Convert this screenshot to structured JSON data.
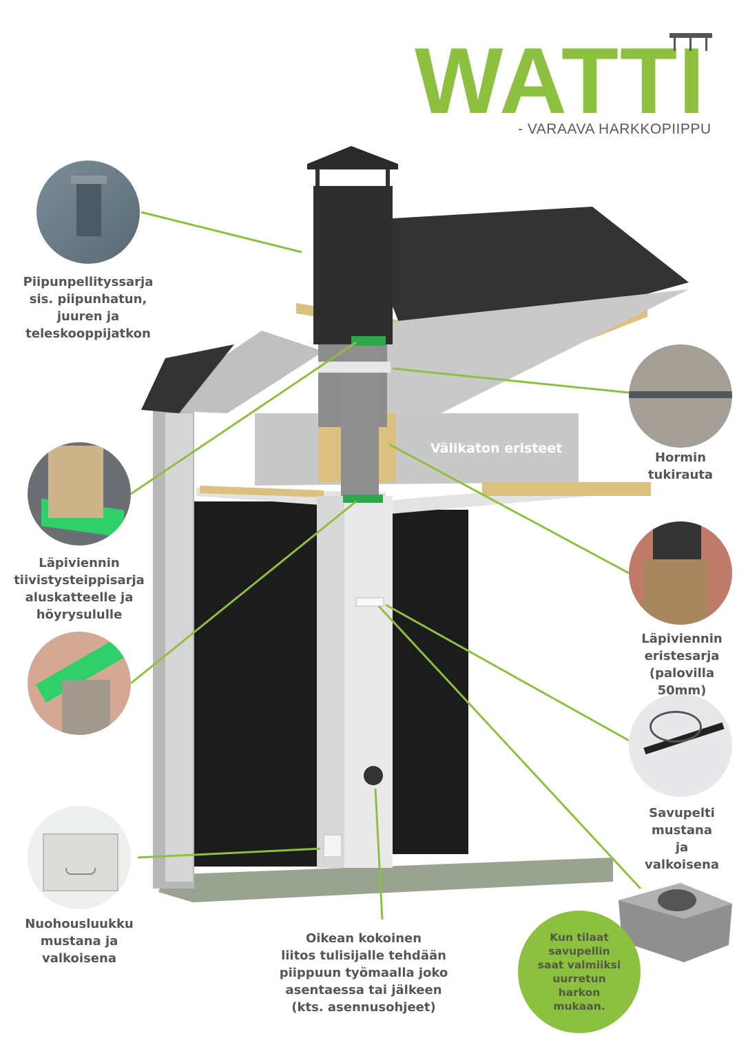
{
  "brand": {
    "logo_text": "WATTI",
    "tagline": "- VARAAVA HARKKOPIIPPU",
    "green": "#8dc03f",
    "text_grey": "#555555"
  },
  "diagram": {
    "inner_label": "Välikaton eristeet"
  },
  "callouts": [
    {
      "id": "piipunpellityssarja",
      "icon": "roof-chimney-photo",
      "label": "Piipunpellityssarja\nsis. piipunhatun,\njuuren ja\nteleskooppijatkon"
    },
    {
      "id": "tiivistysteippisarja",
      "icon": "sealing-tape-photo",
      "label": "Läpiviennin\ntiivistysteippisarja\naluskatteelle ja\nhöyrysululle"
    },
    {
      "id": "vaporbarrier",
      "icon": "vapour-barrier-photo",
      "label": ""
    },
    {
      "id": "nuohousluukku",
      "icon": "cleaning-hatch-photo",
      "label": "Nuohousluukku\nmustana ja\nvalkoisena"
    },
    {
      "id": "hormin-tukirauta",
      "icon": "support-iron-photo",
      "label": "Hormin\ntukirauta"
    },
    {
      "id": "eristesarja",
      "icon": "insulation-kit-photo",
      "label": "Läpiviennin\neristesarja\n(palovilla 50mm)"
    },
    {
      "id": "savupelti",
      "icon": "damper-photo",
      "label": "Savupelti\nmustana ja\nvalkoisena"
    },
    {
      "id": "liitos",
      "icon": "connection-hole",
      "label": "Oikean kokoinen\nliitos tulisijalle tehdään\npiippuun työmaalla joko\nasentaessa tai jälkeen\n(kts. asennusohjeet)"
    }
  ],
  "promo": {
    "text": "Kun tilaat\nsavupellin\nsaat valmiiksi\nuurretun\nharkon\nmukaan."
  }
}
